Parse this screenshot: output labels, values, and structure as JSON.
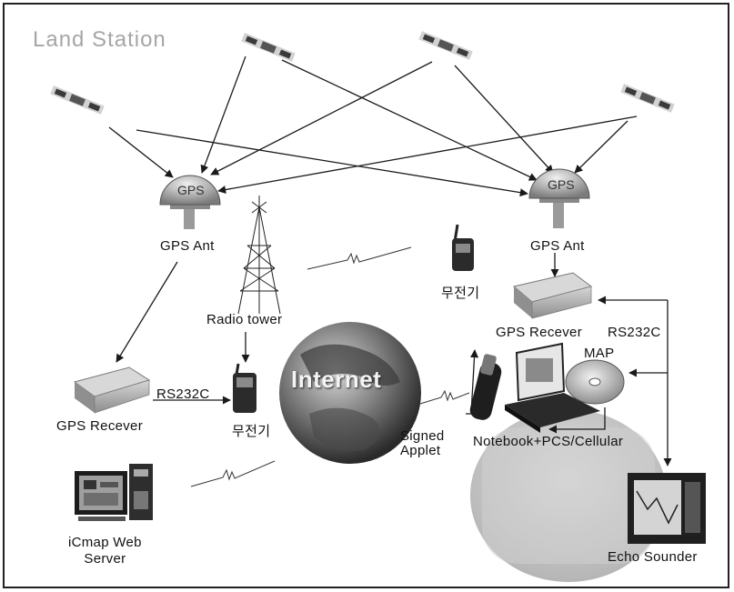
{
  "title": "Land Station",
  "nodes": {
    "gps_ant_left": "GPS Ant",
    "gps_ant_right": "GPS Ant",
    "gps_dome_label": "GPS",
    "radio_tower": "Radio tower",
    "walkie_top": "무전기",
    "walkie_left": "무전기",
    "gps_receiver_left": "GPS Recever",
    "gps_receiver_right": "GPS Recever",
    "rs232c_left": "RS232C",
    "rs232c_right": "RS232C",
    "internet": "Internet",
    "signed_applet_line1": "Signed",
    "signed_applet_line2": "Applet",
    "map": "MAP",
    "notebook": "Notebook+PCS/Cellular",
    "web_server_line1": "iCmap Web",
    "web_server_line2": "Server",
    "echo_sounder": "Echo Sounder"
  },
  "colors": {
    "arrow": "#1a1a1a",
    "title": "#a6a6a6",
    "satellite": "#3a3a3a",
    "device": "#b5b5b5",
    "globe_dark": "#2d2d2d",
    "globe_light": "#bdbdbd"
  }
}
